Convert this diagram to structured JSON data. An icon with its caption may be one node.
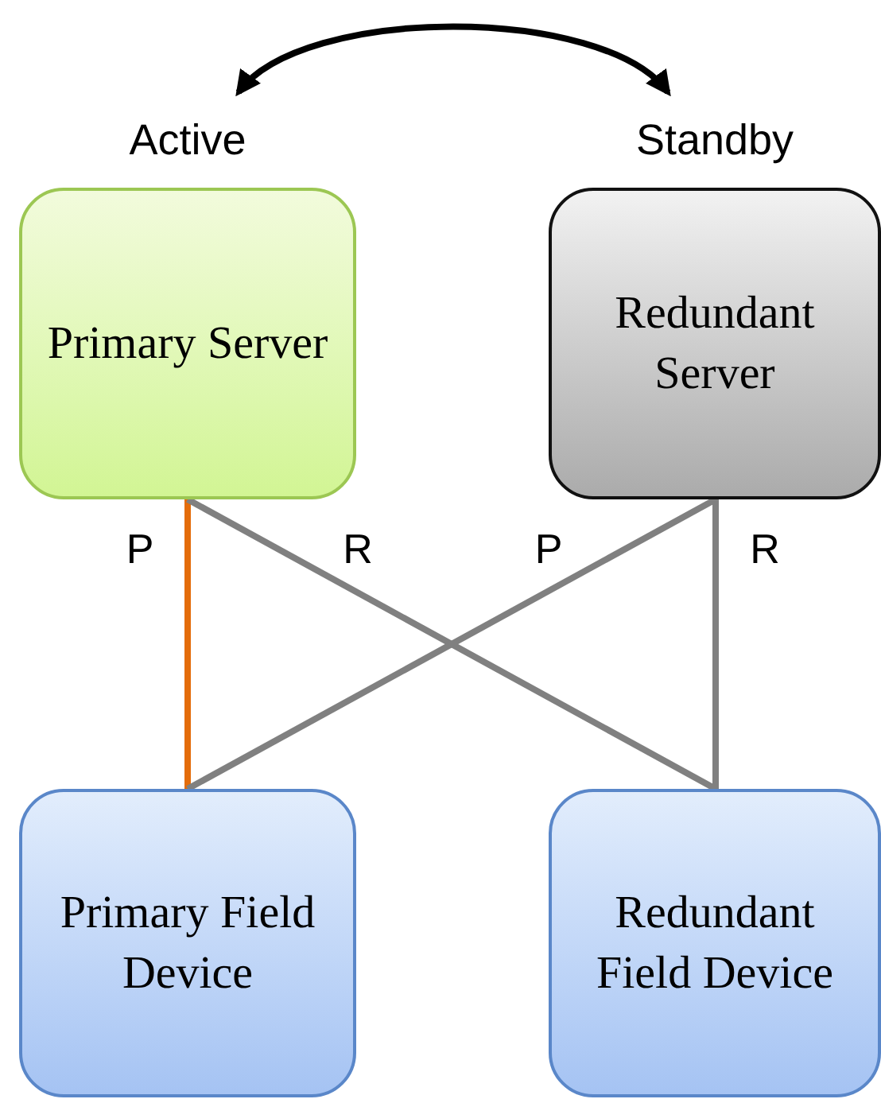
{
  "diagram": {
    "nodes": [
      {
        "text": [
          "Primary Server"
        ],
        "beside": [
          "Active"
        ]
      },
      {
        "text": [
          "Redundant Server"
        ],
        "beside": [
          "Standby"
        ]
      },
      {
        "text": [
          "Primary Field Device"
        ]
      },
      {
        "text": [
          "Redundant Field Device"
        ]
      }
    ],
    "edges": [
      {
        "from": 0,
        "to": 2,
        "arrow": "none",
        "label": "P",
        "color": "#e46c0a"
      },
      {
        "from": 0,
        "to": 3,
        "arrow": "none",
        "label": "R"
      },
      {
        "from": 1,
        "to": 2,
        "arrow": "none",
        "label": "P"
      },
      {
        "from": 1,
        "to": 3,
        "arrow": "none",
        "label": "R"
      },
      {
        "from": 0,
        "to": 1,
        "arrow": "both",
        "color": "#000000"
      }
    ]
  }
}
